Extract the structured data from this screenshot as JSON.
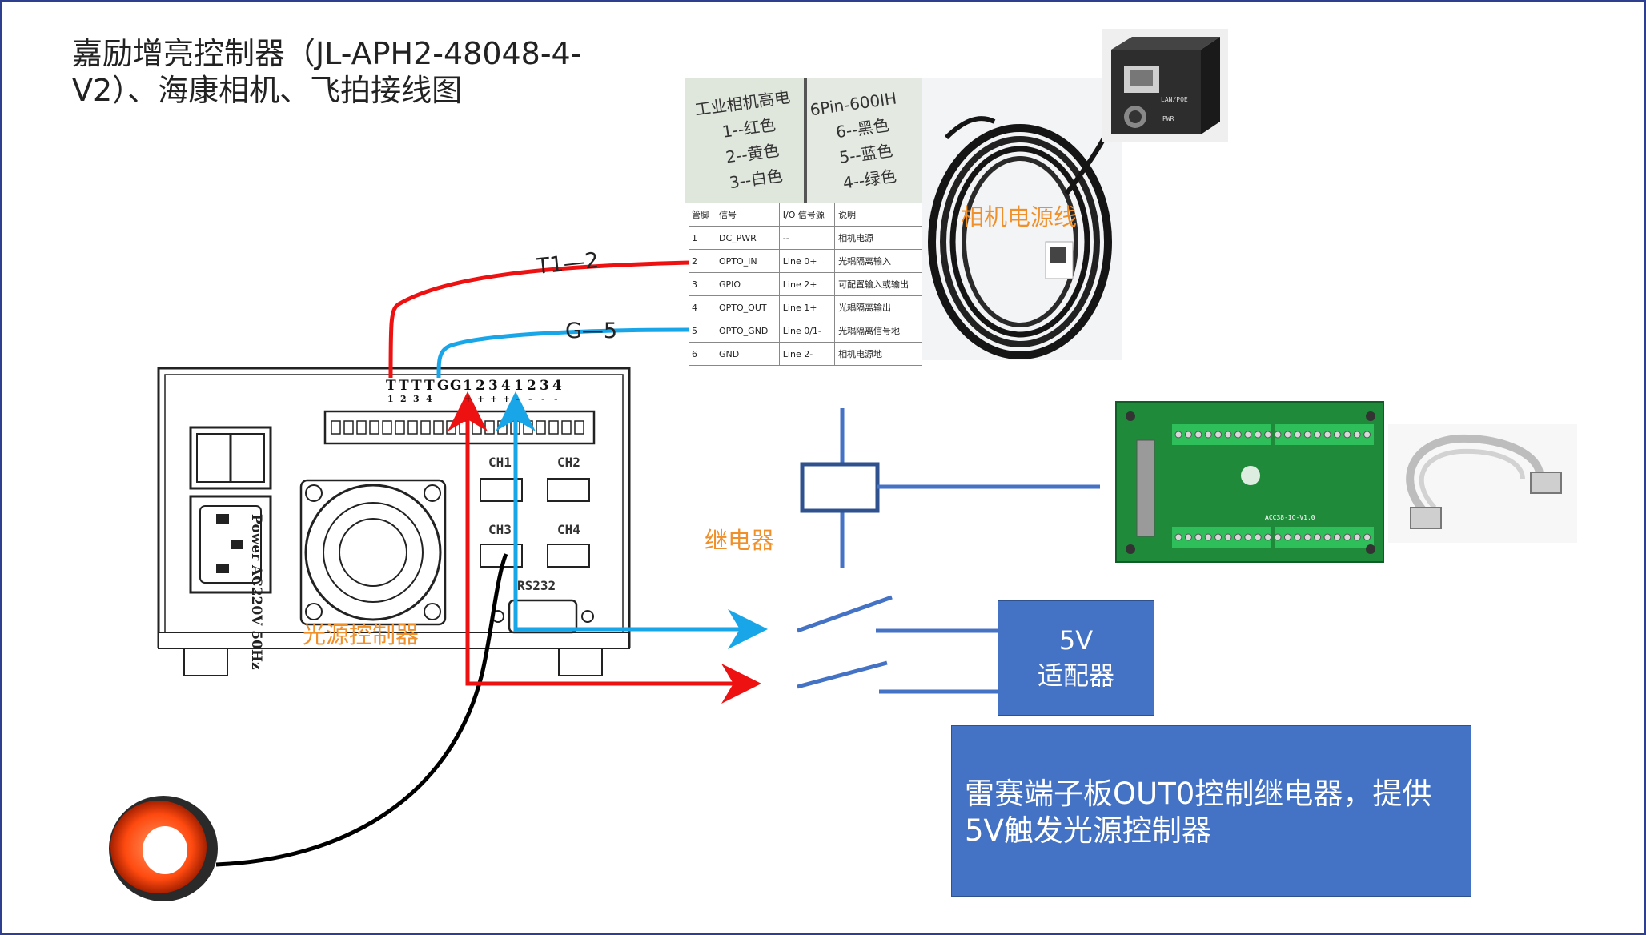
{
  "title": "嘉励增亮控制器（JL-APH2-48048-4-V2）、海康相机、飞拍接线图",
  "labels": {
    "camera_power_cable": "相机电源线",
    "relay": "继电器",
    "light_controller": "光源控制器",
    "wire_t1": "T1—2",
    "wire_g": "G—5"
  },
  "adapter_box": {
    "line1": "5V",
    "line2": "适配器"
  },
  "note_box": {
    "line1": "雷赛端子板OUT0控制继电器，提供",
    "line2": "5V触发光源控制器"
  },
  "cable_tag": {
    "left_title": "工业相机高电",
    "left_lines": [
      "1--红色",
      "2--黄色",
      "3--白色"
    ],
    "right_title": "6Pin-600IH",
    "right_lines": [
      "6--黑色",
      "5--蓝色",
      "4--绿色"
    ]
  },
  "pin_table": {
    "headers": [
      "管脚",
      "信号",
      "I/O 信号源",
      "说明"
    ],
    "rows": [
      [
        "1",
        "DC_PWR",
        "--",
        "相机电源"
      ],
      [
        "2",
        "OPTO_IN",
        "Line 0+",
        "光耦隔离输入"
      ],
      [
        "3",
        "GPIO",
        "Line 2+",
        "可配置输入或输出"
      ],
      [
        "4",
        "OPTO_OUT",
        "Line 1+",
        "光耦隔离输出"
      ],
      [
        "5",
        "OPTO_GND",
        "Line 0/1-",
        "光耦隔离信号地"
      ],
      [
        "6",
        "GND",
        "Line 2-",
        "相机电源地"
      ]
    ]
  },
  "controller": {
    "power_label": "Power AC220V 50Hz",
    "terminal_top": [
      "T",
      "T",
      "T",
      "T",
      "G",
      "G",
      "1",
      "2",
      "3",
      "4",
      "1",
      "2",
      "3",
      "4"
    ],
    "terminal_bottom": [
      "1",
      "2",
      "3",
      "4",
      "",
      "",
      "+",
      "+",
      "+",
      "+",
      "-",
      "-",
      "-",
      "-"
    ],
    "ports": [
      "CH1",
      "CH2",
      "CH3",
      "CH4",
      "RS232"
    ]
  },
  "camera_port_labels": [
    "LAN/POE",
    "PWR"
  ],
  "board_label": "ACC38-IO-V1.0",
  "colors": {
    "red_wire": "#ee1111",
    "blue_wire": "#19a6e8",
    "relay_line": "#4472c4",
    "box_fill": "#4472c4",
    "orange_text": "#f0902a",
    "pcb_green": "#1f8a3a"
  }
}
